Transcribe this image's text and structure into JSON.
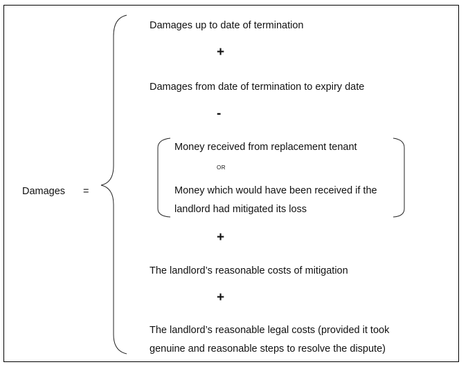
{
  "formula": {
    "lhs": "Damages",
    "equals": "=",
    "terms": {
      "up_to_termination": "Damages up to date of termination",
      "plus_1": "+",
      "termination_to_expiry": "Damages from date of termination to expiry date",
      "minus": "-",
      "replacement_tenant": "Money received from replacement tenant",
      "or": "OR",
      "mitigated_line1": "Money which would have been received if the",
      "mitigated_line2": "landlord had mitigated its loss",
      "plus_2": "+",
      "mitigation_costs": "The landlord’s reasonable costs of mitigation",
      "plus_3": "+",
      "legal_costs_line1": "The landlord’s reasonable legal costs (provided it took",
      "legal_costs_line2": "genuine and reasonable steps to resolve the dispute)"
    }
  }
}
